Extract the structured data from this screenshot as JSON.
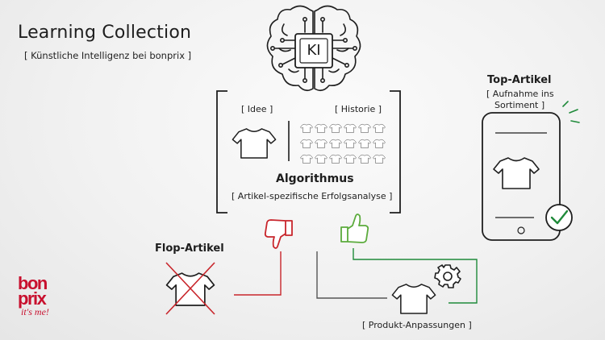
{
  "header": {
    "title": "Learning Collection",
    "subtitle": "[ Künstliche Intelligenz bei bonprix ]"
  },
  "brain": {
    "chip_label": "KI"
  },
  "algorithm_box": {
    "idea_label": "[ Idee ]",
    "history_label": "[ Historie ]",
    "title": "Algorithmus",
    "subtitle": "[ Artikel-spezifische Erfolgsanalyse ]"
  },
  "top_article": {
    "title": "Top-Artikel",
    "subtitle_line1": "[ Aufnahme ins",
    "subtitle_line2": "Sortiment ]"
  },
  "flop_article": {
    "title": "Flop-Artikel"
  },
  "adjustments": {
    "label": "[ Produkt-Anpassungen ]"
  },
  "logo": {
    "line1": "bon",
    "line2": "prix",
    "tagline": "it's me!"
  },
  "colors": {
    "accent_red": "#c8252b",
    "accent_green": "#1f8a3a",
    "thumb_green": "#5bab3c",
    "line_gray": "#555555",
    "logo_red": "#c8102e"
  }
}
